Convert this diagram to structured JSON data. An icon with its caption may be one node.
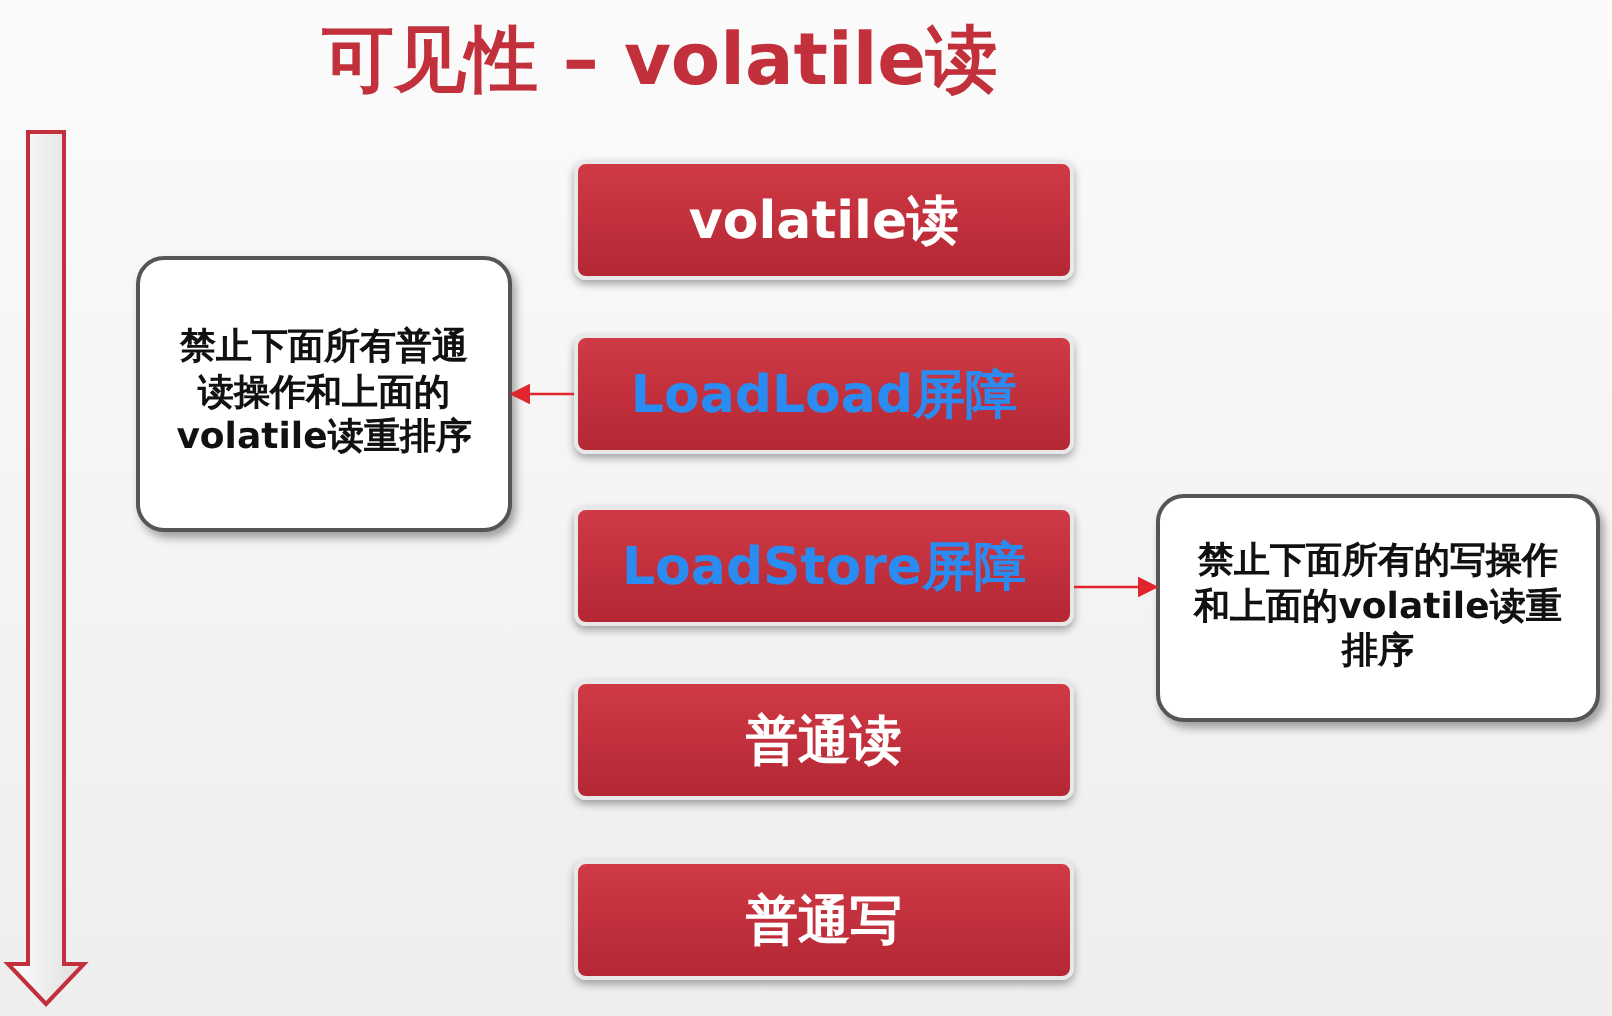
{
  "diagram": {
    "title": "可见性 – volatile读",
    "nodes": [
      {
        "text": [
          "volatile读"
        ]
      },
      {
        "text": [
          "禁止下面所有普通读操作和上面的volatile读重排序"
        ]
      },
      {
        "text": [
          "LoadLoad屏障"
        ]
      },
      {
        "text": [
          "LoadStore屏障"
        ]
      },
      {
        "text": [
          "禁止下面所有的写操作和上面的volatile读重排序"
        ]
      },
      {
        "text": [
          "普通读"
        ]
      },
      {
        "text": [
          "普通写"
        ]
      }
    ],
    "edges": [
      {
        "from": 2,
        "to": 1,
        "arrow": "to"
      },
      {
        "from": 3,
        "to": 4,
        "arrow": "to"
      }
    ]
  }
}
